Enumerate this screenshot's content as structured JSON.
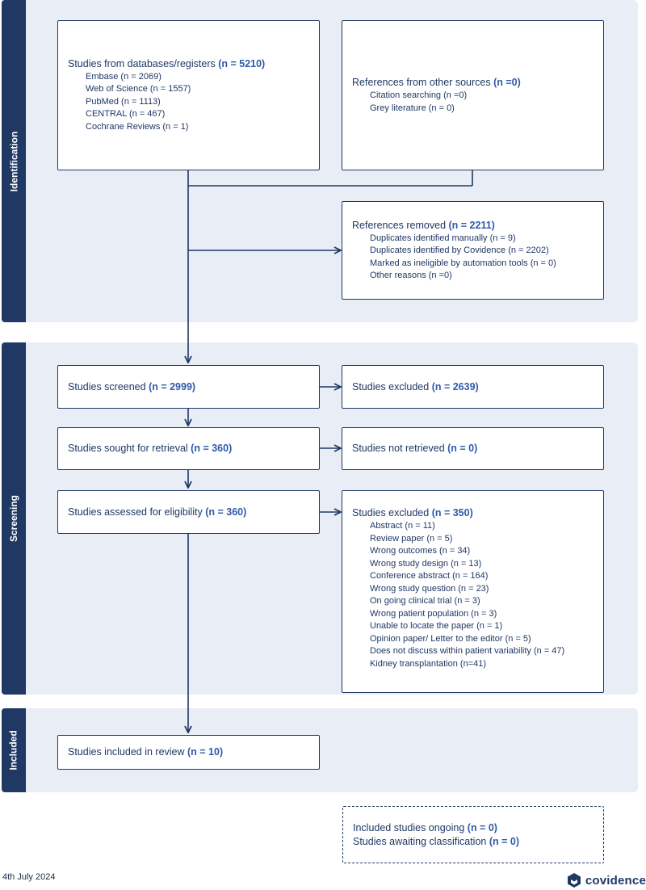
{
  "bands": {
    "identification": "Identification",
    "screening": "Screening",
    "included": "Included"
  },
  "boxes": {
    "databases": {
      "title": "Studies from databases/registers ",
      "n": "(n = 5210)",
      "items": [
        "Embase (n = 2069)",
        "Web of Science (n = 1557)",
        "PubMed (n = 1113)",
        "CENTRAL (n = 467)",
        "Cochrane Reviews (n = 1)"
      ]
    },
    "other_sources": {
      "title": "References from other sources ",
      "n": "(n =0)",
      "items": [
        "Citation searching (n =0)",
        "Grey literature (n = 0)"
      ]
    },
    "removed": {
      "title": "References removed ",
      "n": "(n = 2211)",
      "items": [
        "Duplicates identified manually (n = 9)",
        "Duplicates identified by Covidence (n = 2202)",
        "Marked as ineligible by automation tools (n = 0)",
        "Other reasons (n =0)"
      ]
    },
    "screened": {
      "title": "Studies screened ",
      "n": "(n = 2999)"
    },
    "excluded_screen": {
      "title": "Studies excluded ",
      "n": "(n = 2639)"
    },
    "sought": {
      "title": "Studies sought for retrieval ",
      "n": "(n = 360)"
    },
    "not_retrieved": {
      "title": "Studies not retrieved ",
      "n": "(n = 0)"
    },
    "assessed": {
      "title": "Studies assessed for eligibility ",
      "n": "(n = 360)"
    },
    "excluded_full": {
      "title": "Studies excluded ",
      "n": "(n = 350)",
      "items": [
        "Abstract (n = 11)",
        "Review paper (n = 5)",
        "Wrong outcomes (n = 34)",
        "Wrong study design (n = 13)",
        "Conference abstract (n = 164)",
        "Wrong study question (n = 23)",
        "On going clinical trial (n = 3)",
        "Wrong patient population (n = 3)",
        "Unable to locate the paper (n = 1)",
        "Opinion paper/ Letter to the editor (n = 5)",
        "Does not discuss within patient variability (n = 47)",
        "Kidney transplantation (n=41)"
      ]
    },
    "included": {
      "title": "Studies included in review ",
      "n": "(n = 10)"
    },
    "ongoing": {
      "line1_title": "Included studies ongoing ",
      "line1_n": "(n = 0)",
      "line2_title": "Studies awaiting classification ",
      "line2_n": "(n = 0)"
    }
  },
  "footer": {
    "date": "4th July 2024",
    "brand": "covidence"
  },
  "colors": {
    "navy": "#1f3864",
    "accent": "#2f5aa8",
    "band_bg": "#e9eef6"
  }
}
